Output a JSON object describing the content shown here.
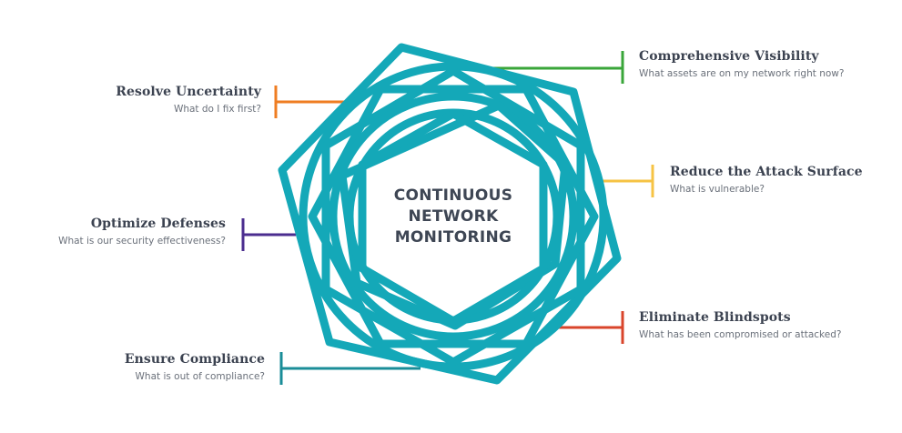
{
  "center": {
    "line1": "CONTINUOUS",
    "line2": "NETWORK",
    "line3": "MONITORING"
  },
  "items": [
    {
      "title": "Comprehensive Visibility",
      "subtitle": "What assets are on my network right now?",
      "color": "#3aa63a"
    },
    {
      "title": "Reduce the Attack Surface",
      "subtitle": "What is vulnerable?",
      "color": "#f6c344"
    },
    {
      "title": "Eliminate Blindspots",
      "subtitle": "What has been compromised or attacked?",
      "color": "#d9452b"
    },
    {
      "title": "Ensure Compliance",
      "subtitle": "What is out of compliance?",
      "color": "#1a8d98"
    },
    {
      "title": "Optimize Defenses",
      "subtitle": "What is our security effectiveness?",
      "color": "#4b2d8f"
    },
    {
      "title": "Resolve Uncertainty",
      "subtitle": "What do I fix first?",
      "color": "#ef7d22"
    }
  ],
  "colors": {
    "ring": "#14a8b8",
    "text": "#3b4250"
  }
}
